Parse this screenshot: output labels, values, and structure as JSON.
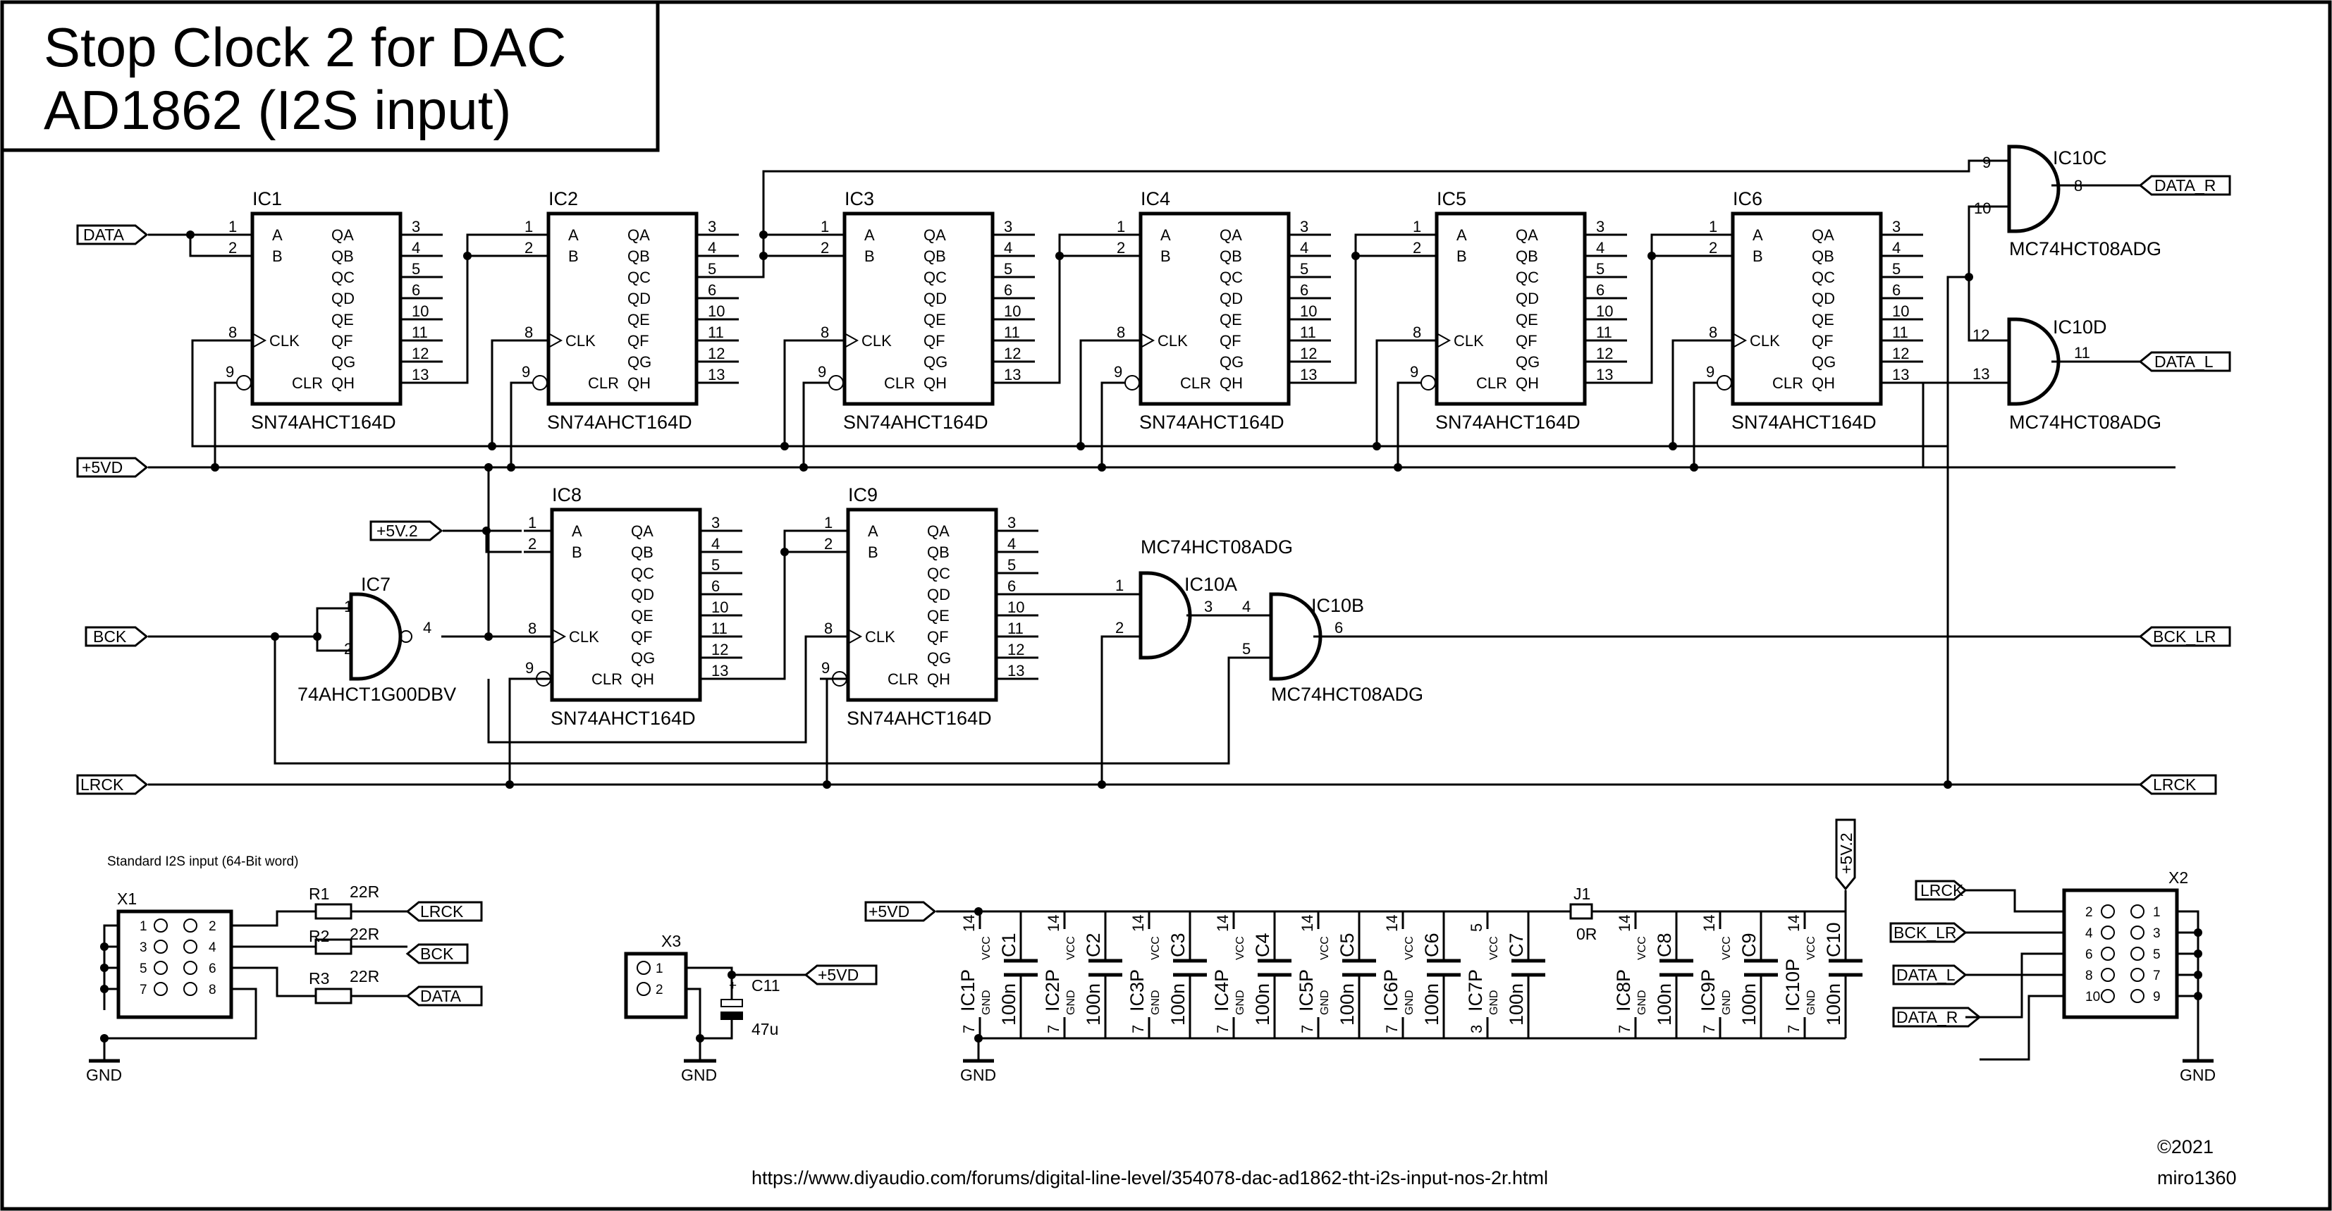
{
  "title": {
    "line1": "Stop Clock 2 for DAC",
    "line2": "AD1862 (I2S input)"
  },
  "shift_register": {
    "part": "SN74AHCT164D",
    "inputs": [
      "A",
      "B"
    ],
    "outputs": [
      "QA",
      "QB",
      "QC",
      "QD",
      "QE",
      "QF",
      "QG",
      "QH"
    ],
    "clk": "CLK",
    "clr": "CLR",
    "in_pins": [
      "1",
      "2"
    ],
    "out_pins": [
      "3",
      "4",
      "5",
      "6",
      "10",
      "11",
      "12",
      "13"
    ],
    "clk_pin": "8",
    "clr_pin": "9",
    "refs_top": [
      "IC1",
      "IC2",
      "IC3",
      "IC4",
      "IC5",
      "IC6"
    ],
    "refs_bottom": [
      "IC8",
      "IC9"
    ]
  },
  "gates": {
    "and_part": "MC74HCT08ADG",
    "nand_part": "74AHCT1G00DBV",
    "ic10c": {
      "ref": "IC10C",
      "in1": "9",
      "in2": "10",
      "out": "8"
    },
    "ic10d": {
      "ref": "IC10D",
      "in1": "12",
      "in2": "13",
      "out": "11"
    },
    "ic10a": {
      "ref": "IC10A",
      "in1": "1",
      "in2": "2",
      "out": "3"
    },
    "ic10b": {
      "ref": "IC10B",
      "in1": "4",
      "in2": "5",
      "out": "6"
    },
    "ic7": {
      "ref": "IC7",
      "in1": "1",
      "in2": "2",
      "out": "4"
    }
  },
  "nets": {
    "data": "DATA",
    "v5d": "+5VD",
    "v52": "+5V.2",
    "bck": "BCK",
    "lrck": "LRCK",
    "data_r": "DATA_R",
    "data_l": "DATA_L",
    "bck_lr": "BCK_LR",
    "gnd": "GND"
  },
  "input_section": {
    "caption": "Standard I2S input (64-Bit word)",
    "connector": "X1",
    "left_pins": [
      "1",
      "3",
      "5",
      "7"
    ],
    "right_pins": [
      "2",
      "4",
      "6",
      "8"
    ],
    "resistors": [
      {
        "ref": "R1",
        "value": "22R"
      },
      {
        "ref": "R2",
        "value": "22R"
      },
      {
        "ref": "R3",
        "value": "22R"
      }
    ]
  },
  "power_connector": {
    "ref": "X3",
    "pins": [
      "1",
      "2"
    ],
    "cap_ref": "C11",
    "cap_value": "47u",
    "plus": "+"
  },
  "decoupling": {
    "vcc": "VCC",
    "gnd_label": "GND",
    "jumper_ref": "J1",
    "jumper_value": "0R",
    "cap_value": "100n",
    "units": [
      {
        "ic": "IC1P",
        "cap": "C1",
        "vp": "14",
        "gp": "7"
      },
      {
        "ic": "IC2P",
        "cap": "C2",
        "vp": "14",
        "gp": "7"
      },
      {
        "ic": "IC3P",
        "cap": "C3",
        "vp": "14",
        "gp": "7"
      },
      {
        "ic": "IC4P",
        "cap": "C4",
        "vp": "14",
        "gp": "7"
      },
      {
        "ic": "IC5P",
        "cap": "C5",
        "vp": "14",
        "gp": "7"
      },
      {
        "ic": "IC6P",
        "cap": "C6",
        "vp": "14",
        "gp": "7"
      },
      {
        "ic": "IC7P",
        "cap": "C7",
        "vp": "5",
        "gp": "3"
      },
      {
        "ic": "IC8P",
        "cap": "C8",
        "vp": "14",
        "gp": "7"
      },
      {
        "ic": "IC9P",
        "cap": "C9",
        "vp": "14",
        "gp": "7"
      },
      {
        "ic": "IC10P",
        "cap": "C10",
        "vp": "14",
        "gp": "7"
      }
    ]
  },
  "output_connector": {
    "ref": "X2",
    "left_pins": [
      "2",
      "4",
      "6",
      "8",
      "10"
    ],
    "right_pins": [
      "1",
      "3",
      "5",
      "7",
      "9"
    ]
  },
  "footer": {
    "url": "https://www.diyaudio.com/forums/digital-line-level/354078-dac-ad1862-tht-i2s-input-nos-2r.html",
    "copyright": "©2021",
    "author": "miro1360"
  }
}
